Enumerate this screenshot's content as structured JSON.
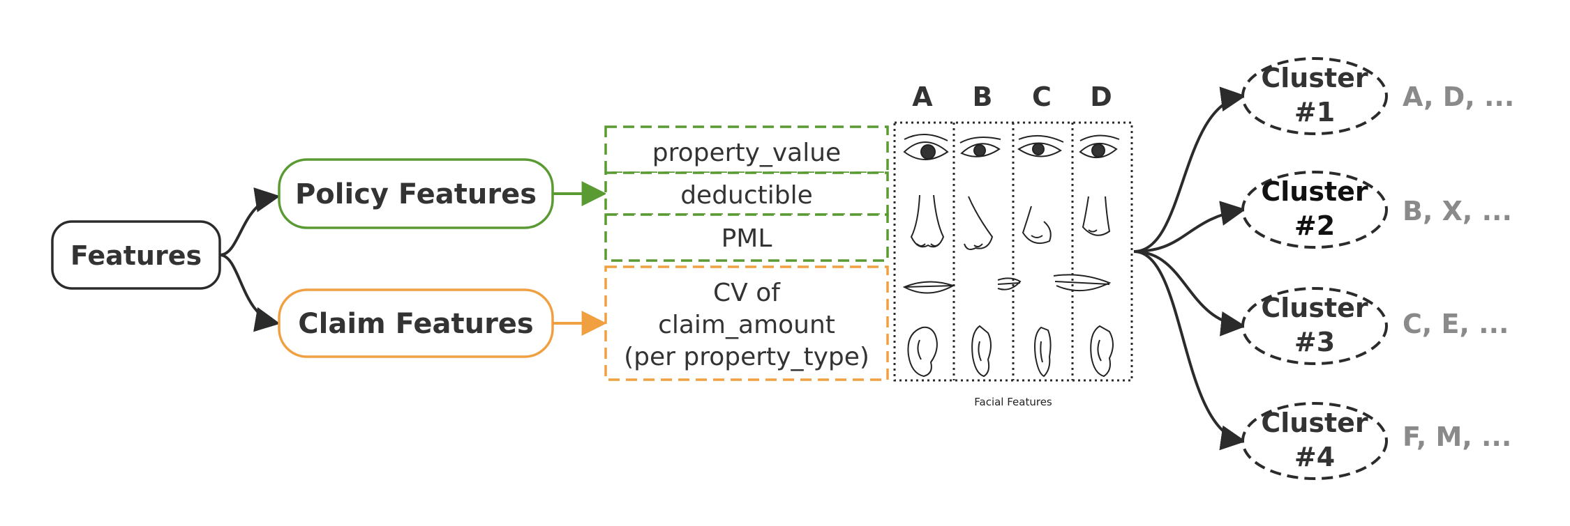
{
  "root": {
    "label": "Features"
  },
  "branches": [
    {
      "label": "Policy Features",
      "color": "#5a9a32"
    },
    {
      "label": "Claim Features",
      "color": "#f0a040"
    }
  ],
  "policy_features": [
    "property_value",
    "deductible",
    "PML"
  ],
  "claim_feature": {
    "lines": [
      "CV of",
      "claim_amount",
      "(per property_type)"
    ]
  },
  "facial": {
    "columns": [
      "A",
      "B",
      "C",
      "D"
    ],
    "caption": "Facial Features",
    "rows": [
      "eye",
      "nose",
      "mouth",
      "ear"
    ]
  },
  "clusters": [
    {
      "line1": "Cluster",
      "line2": "#1",
      "members": "A, D, ..."
    },
    {
      "line1": "Cluster",
      "line2": "#2",
      "members": "B, X, ..."
    },
    {
      "line1": "Cluster",
      "line2": "#3",
      "members": "C, E, ..."
    },
    {
      "line1": "Cluster",
      "line2": "#4",
      "members": "F, M, ..."
    }
  ],
  "colors": {
    "dark": "#2b2b2b",
    "green": "#5a9a32",
    "orange": "#f0a040",
    "gray": "#8a8a8a"
  }
}
